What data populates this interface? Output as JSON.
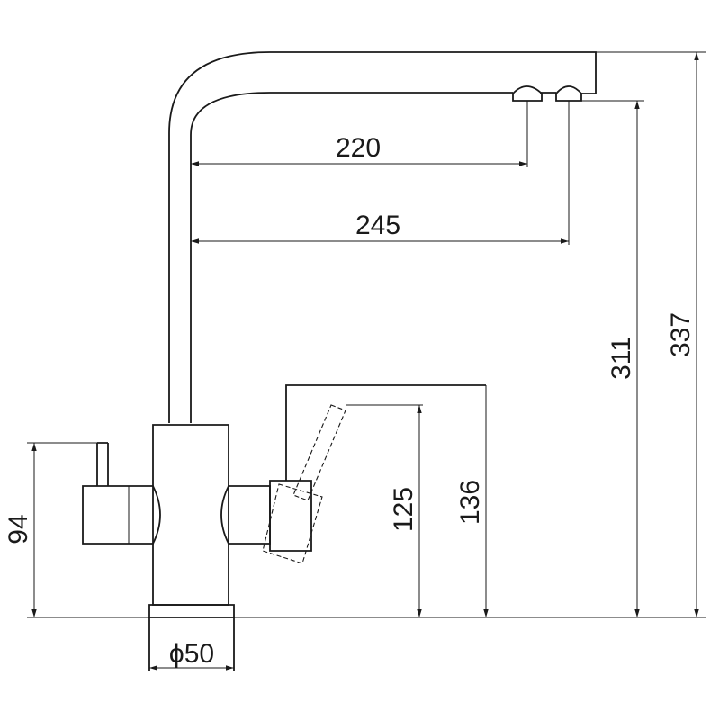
{
  "dimensions": {
    "reach_short": "220",
    "reach_long": "245",
    "height_spout_inner": "311",
    "height_total": "337",
    "height_handle_low": "125",
    "height_handle_high": "136",
    "height_left_handle": "94",
    "base_diameter": "ϕ50"
  }
}
